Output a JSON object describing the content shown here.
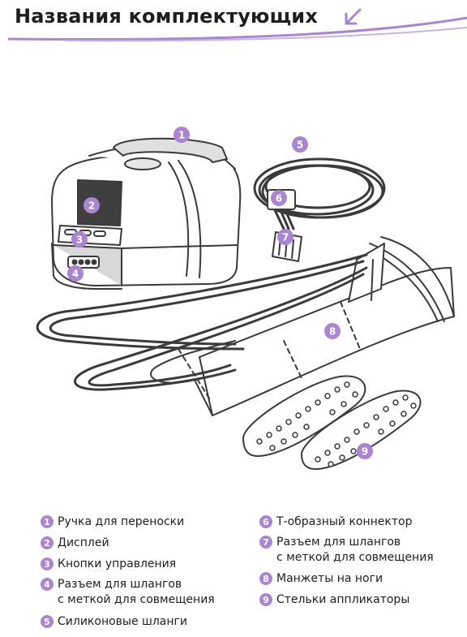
{
  "header": {
    "title": "Названия комплектующих"
  },
  "colors": {
    "accent": "#a986cf",
    "outline": "#3a3a3a",
    "text": "#1e1e1e"
  },
  "icons": {
    "title_arrow": "arrow-down-left-icon"
  },
  "callouts": [
    "1",
    "2",
    "3",
    "4",
    "5",
    "6",
    "7",
    "8",
    "9"
  ],
  "legend": [
    {
      "n": "1",
      "text": "Ручка для переноски"
    },
    {
      "n": "2",
      "text": "Дисплей"
    },
    {
      "n": "3",
      "text": "Кнопки управления"
    },
    {
      "n": "4",
      "text": "Разъем для шлангов\nс меткой для совмещения"
    },
    {
      "n": "5",
      "text": "Силиконовые шланги"
    },
    {
      "n": "6",
      "text": "Т-образный коннектор"
    },
    {
      "n": "7",
      "text": "Разъем для шлангов\nс меткой для совмещения"
    },
    {
      "n": "8",
      "text": "Манжеты на ноги"
    },
    {
      "n": "9",
      "text": "Стельки аппликаторы"
    }
  ]
}
